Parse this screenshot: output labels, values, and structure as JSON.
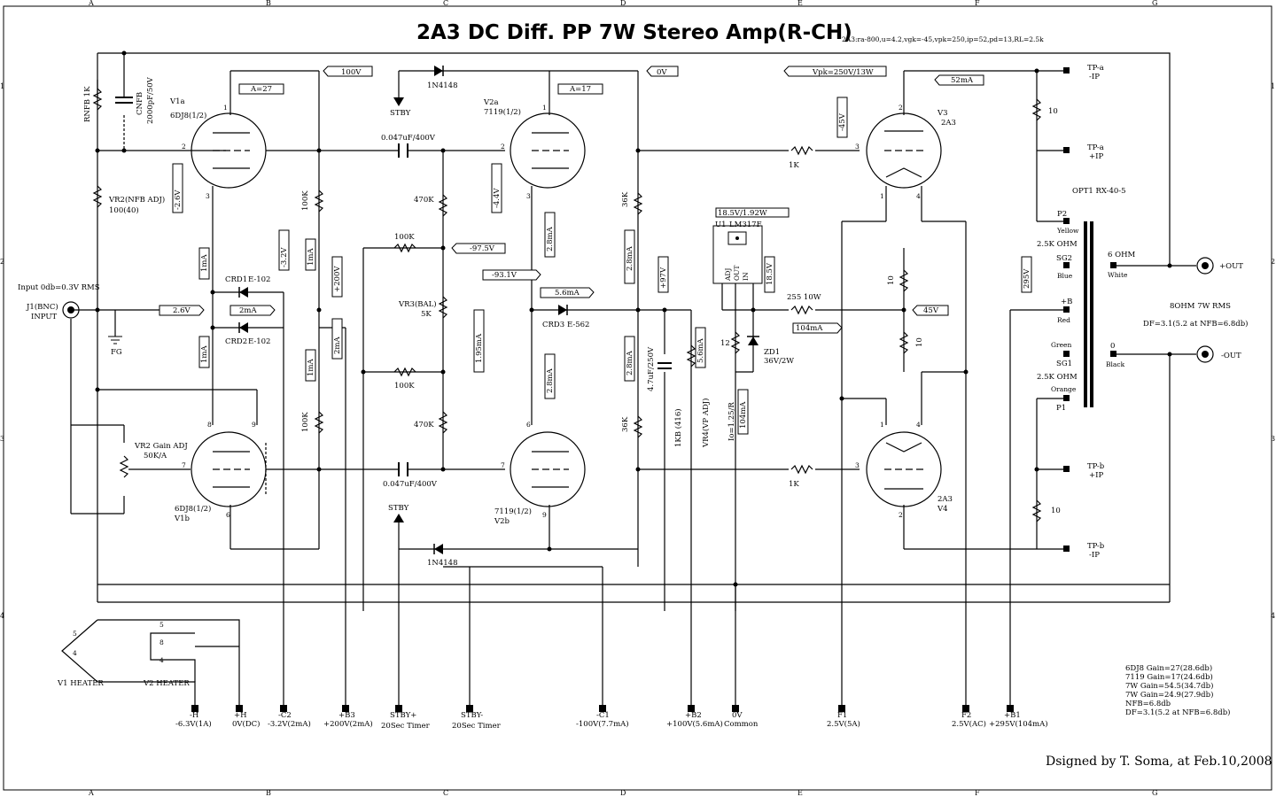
{
  "title": "2A3 DC Diff. PP 7W Stereo Amp(R-CH)",
  "subtitle": "2A3:ra-800,u=4.2,vgk=-45,vpk=250,ip=52,pd=13,RL=2.5k",
  "designer": "Dsigned by T. Soma, at Feb.10,2008",
  "grid": {
    "cols": [
      "A",
      "B",
      "C",
      "D",
      "E",
      "F",
      "G"
    ],
    "rows": [
      "1",
      "2",
      "3",
      "4"
    ]
  },
  "tubes": {
    "v1a": {
      "name": "V1a",
      "type": "6DJ8(1/2)",
      "gain": "A=27",
      "pins": [
        "1",
        "2",
        "3"
      ]
    },
    "v1b": {
      "name": "V1b",
      "type": "6DJ8(1/2)",
      "pins": [
        "8",
        "7",
        "6",
        "9"
      ]
    },
    "v2a": {
      "name": "V2a",
      "type": "7119(1/2)",
      "gain": "A=17",
      "pins": [
        "1",
        "2",
        "3"
      ]
    },
    "v2b": {
      "name": "V2b",
      "type": "7119(1/2)",
      "pins": [
        "6",
        "7",
        "9"
      ]
    },
    "v3": {
      "name": "V3",
      "type": "2A3",
      "pins": [
        "2",
        "3",
        "1",
        "4"
      ]
    },
    "v4": {
      "name": "V4",
      "type": "2A3",
      "pins": [
        "1",
        "4",
        "3",
        "2"
      ]
    }
  },
  "components": {
    "rnfb": "RNFB  1K",
    "cnfb": "CNFB",
    "cnfb_val": "2000pF/50V",
    "vr2_nfb": "VR2(NFB ADJ)",
    "vr2_nfb_val": "100(40)",
    "vr2_gain": "VR2 Gain ADJ",
    "vr2_gain_val": "50K/A",
    "input_label": "Input 0db=0.3V RMS",
    "j1": "J1(BNC)",
    "j1_sub": "INPUT",
    "fg": "FG",
    "crd1": "CRD1",
    "crd1_val": "E-102",
    "crd2": "CRD2",
    "crd2_val": "E-102",
    "crd3": "CRD3",
    "crd3_val": "E-562",
    "cap_top": "0.047uF/400V",
    "cap_bot": "0.047uF/400V",
    "r100k_a": "100K",
    "r100k_b": "100K",
    "r470k_a": "470K",
    "r470k_b": "470K",
    "r100k_c": "100K",
    "r100k_d": "100K",
    "vr3": "VR3(BAL)",
    "vr3_val": "5K",
    "r36k_a": "36K",
    "r36k_b": "36K",
    "cap47": "4.7uF/250V",
    "r1kb": "1KB (416)",
    "vr4": "VR4(VP ADJ)",
    "u1": "U1",
    "u1_type": "LM317F",
    "u1_adj": "ADJ",
    "u1_out": "OUT",
    "u1_in": "IN",
    "r12": "12",
    "zd1": "ZD1",
    "zd1_val": "36V/2W",
    "io": "Io=1.25/R",
    "r255": "255  10W",
    "r10_a": "10",
    "r10_b": "10",
    "r1k_a": "1K",
    "r1k_b": "1K",
    "r10_tpa": "10",
    "r10_tpb": "10",
    "d1": "1N4148",
    "d2": "1N4148",
    "stby1": "STBY",
    "stby2": "STBY",
    "opt": "OPT1  RX-40-5",
    "opt_p2": "P2",
    "opt_yellow": "Yellow",
    "opt_25k_a": "2.5K  OHM",
    "opt_sg2": "SG2",
    "opt_blue": "Blue",
    "opt_b": "+B",
    "opt_red": "Red",
    "opt_green": "Green",
    "opt_sg1": "SG1",
    "opt_25k_b": "2.5K  OHM",
    "opt_orange": "Orange",
    "opt_p1": "P1",
    "opt_6ohm": "6  OHM",
    "opt_white": "White",
    "opt_0": "0",
    "opt_black": "Black",
    "out_pos": "+OUT",
    "out_neg": "-OUT",
    "spk": "8OHM 7W RMS",
    "df": "DF=3.1(5.2 at NFB=6.8db)",
    "tpa_m": "TP-a",
    "tpa_m2": "-IP",
    "tpa_p": "TP-a",
    "tpa_p2": "+IP",
    "tpb_p": "TP-b",
    "tpb_p2": "+IP",
    "tpb_m": "TP-b",
    "tpb_m2": "-IP",
    "v1heater": "V1 HEATER",
    "v2heater": "V2 HEATER",
    "h5a": "5",
    "h4a": "4",
    "h5b": "5",
    "h8b": "8",
    "h4b": "4"
  },
  "flags": {
    "f100v": "100V",
    "f0v": "0V",
    "vpk": "Vpk=250V/13W",
    "i52": "52mA",
    "m45": "-45V",
    "m26": "-2.6V",
    "m32": "-3.2V",
    "ma1a": "1mA",
    "ma1b": "1mA",
    "ma1c": "1mA",
    "ma1d": "1mA",
    "v26": "2.6V",
    "ma2a": "2mA",
    "ma2b": "2mA",
    "p200": "+200V",
    "m975": "-97.5V",
    "m931": "-93.1V",
    "m44": "-4.4V",
    "ma28a": "2.8mA",
    "ma28b": "2.8mA",
    "ma28c": "2.8mA",
    "ma28d": "2.8mA",
    "ma56": "5.6mA",
    "ma56b": "5.6mA",
    "ma195": "1.95mA",
    "p97": "+97V",
    "reg": "18.5V/1.92W",
    "v185": "18.5V",
    "ma104": "104mA",
    "ma104b": "104mA",
    "v45": "45V",
    "v295": "295V"
  },
  "terminals": [
    {
      "name": "-H",
      "value": "-6.3V(1A)"
    },
    {
      "name": "+H",
      "value": "0V(DC)"
    },
    {
      "name": "-C2",
      "value": "-3.2V(2mA)"
    },
    {
      "name": "+B3",
      "value": "+200V(2mA)"
    },
    {
      "name": "STBY+",
      "value": "20Sec Timer"
    },
    {
      "name": "STBY-",
      "value": "20Sec Timer"
    },
    {
      "name": "-C1",
      "value": "-100V(7.7mA)"
    },
    {
      "name": "+B2",
      "value": "+100V(5.6mA)"
    },
    {
      "name": "0V",
      "value": "Common"
    },
    {
      "name": "F1",
      "value": "2.5V(5A)"
    },
    {
      "name": "F2",
      "value": "2.5V(AC)"
    },
    {
      "name": "+B1",
      "value": "+295V(104mA)"
    }
  ],
  "notes": [
    "6DJ8 Gain=27(28.6db)",
    "7119 Gain=17(24.6db)",
    "7W Gain=54.5(34.7db)",
    "7W Gain=24.9(27.9db)",
    "NFB=6.8db",
    "DF=3.1(5.2 at NFB=6.8db)"
  ]
}
